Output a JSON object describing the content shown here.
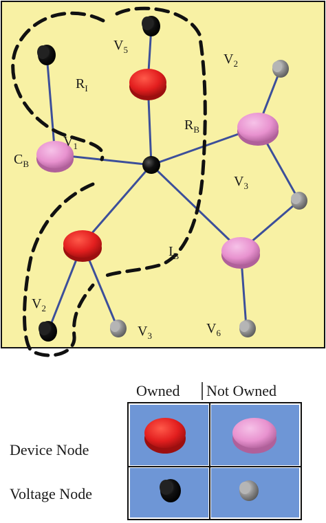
{
  "diagram": {
    "labels": {
      "v5": {
        "main": "V",
        "sub": "5"
      },
      "v2_top": {
        "main": "V",
        "sub": "2"
      },
      "ri": {
        "main": "R",
        "sub": "I"
      },
      "rb": {
        "main": "R",
        "sub": "B"
      },
      "v1": {
        "main": "V",
        "sub": "1"
      },
      "cb": {
        "main": "C",
        "sub": "B"
      },
      "v3_mid": {
        "main": "V",
        "sub": "3"
      },
      "ib": {
        "main": "I",
        "sub": "B"
      },
      "v2_bottom": {
        "main": "V",
        "sub": "2"
      },
      "v3_bottom": {
        "main": "V",
        "sub": "3"
      },
      "v6": {
        "main": "V",
        "sub": "6"
      }
    },
    "colors": {
      "background": "#f8f1a4",
      "edge": "#3c4f9a",
      "owned_device": "#e31f1f",
      "not_owned_device": "#e892cf",
      "owned_voltage": "#0d0d0d",
      "not_owned_voltage": "#8f8f8f",
      "legend_cell": "#6e96d6"
    }
  },
  "legend": {
    "col_owned": "Owned",
    "col_not_owned": "Not Owned",
    "row_device": "Device Node",
    "row_voltage": "Voltage Node"
  }
}
